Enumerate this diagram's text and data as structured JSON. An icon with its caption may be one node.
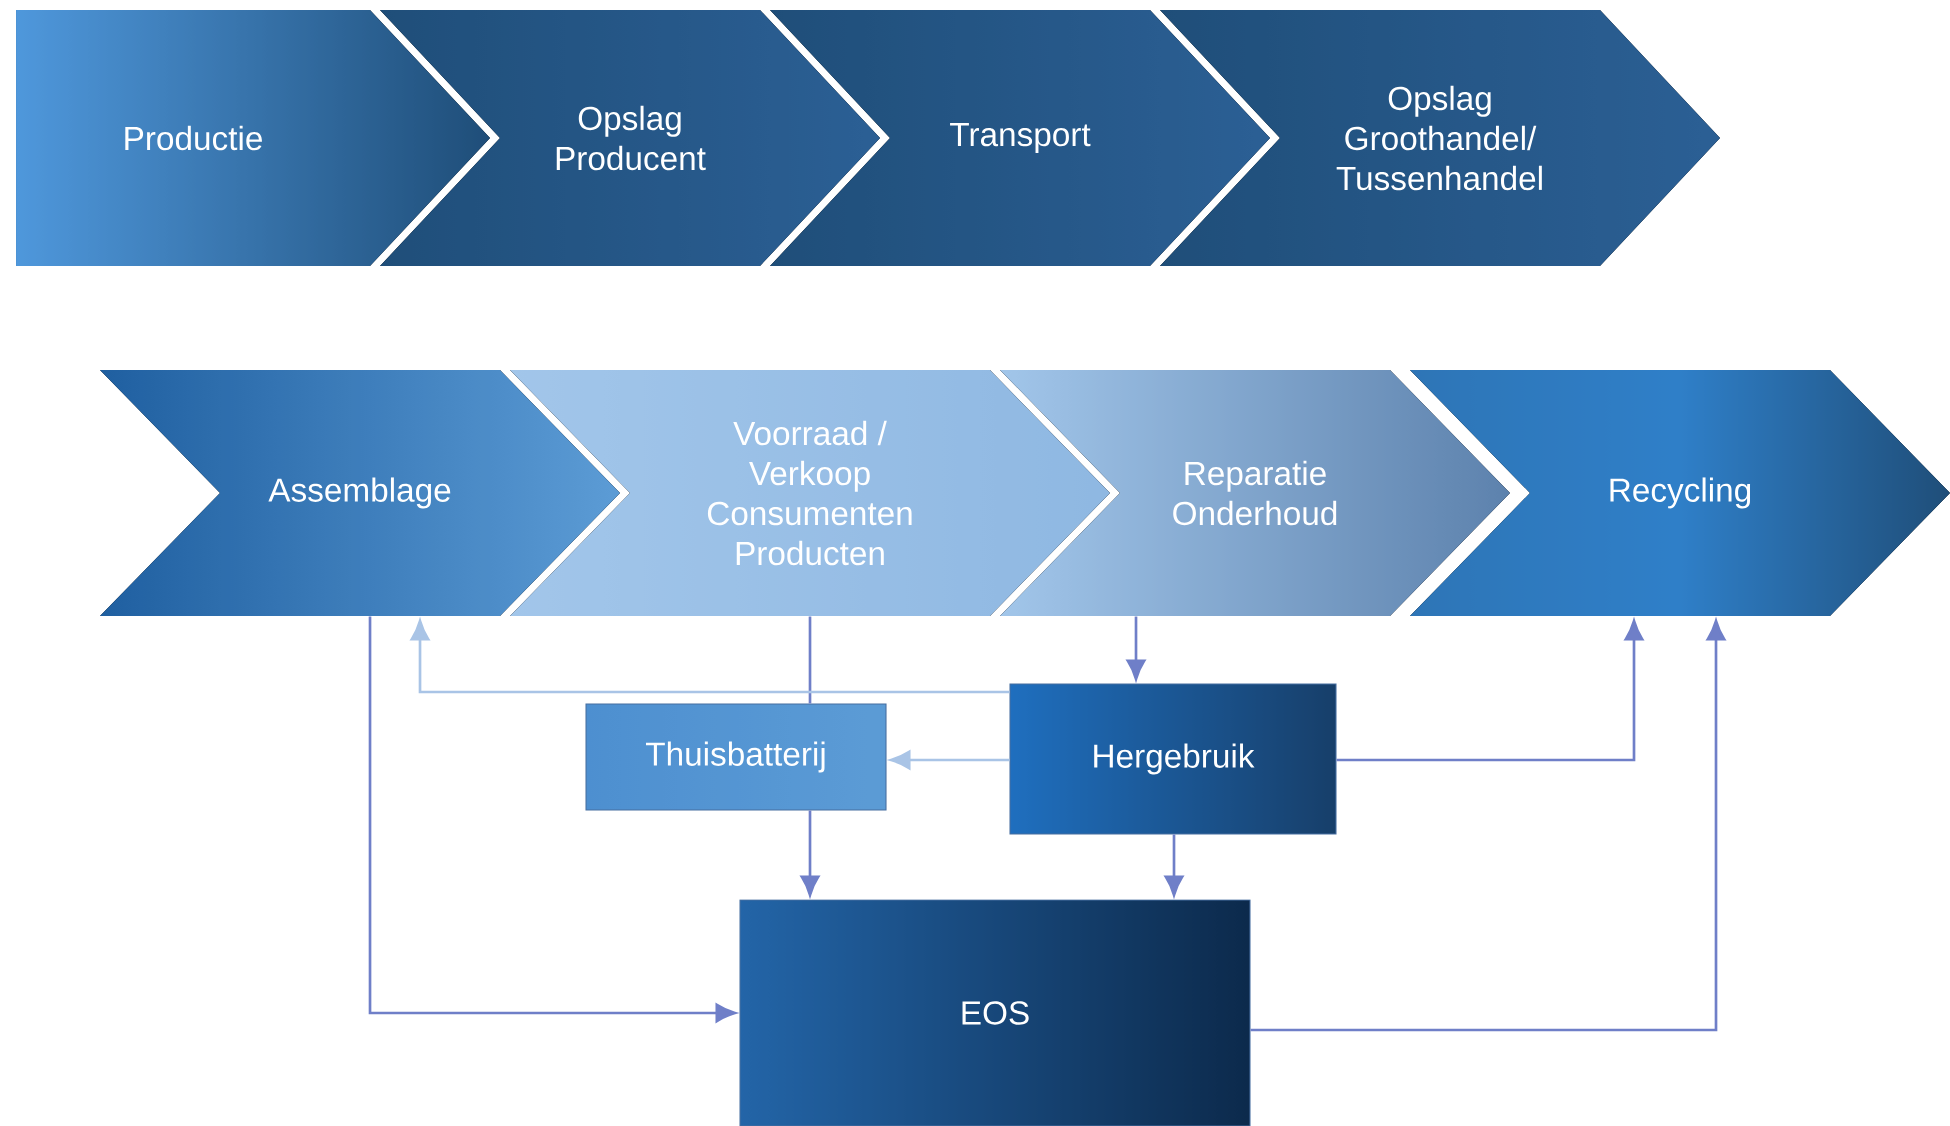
{
  "diagram": {
    "nodes": [
      {
        "text": [
          "Productie"
        ]
      },
      {
        "text": [
          "Opslag Producent"
        ]
      },
      {
        "text": [
          "Transport"
        ]
      },
      {
        "text": [
          "Opslag Groothandel/ Tussenhandel"
        ]
      },
      {
        "text": [
          "Assemblage"
        ]
      },
      {
        "text": [
          "Voorraad / Verkoop Consumenten Producten"
        ]
      },
      {
        "text": [
          "Reparatie Onderhoud"
        ]
      },
      {
        "text": [
          "Recycling"
        ]
      },
      {
        "text": [
          "Thuisbatterij"
        ]
      },
      {
        "text": [
          "Hergebruik"
        ]
      },
      {
        "text": [
          "EOS"
        ]
      }
    ],
    "edges": [
      {
        "from": 4,
        "to": 10,
        "arrow": "to"
      },
      {
        "from": 5,
        "to": 8,
        "arrow": "none"
      },
      {
        "from": 6,
        "to": 9,
        "arrow": "to"
      },
      {
        "from": 9,
        "to": 4,
        "arrow": "to",
        "color": "#a9c4e6"
      },
      {
        "from": 9,
        "to": 8,
        "arrow": "to",
        "color": "#a9c4e6"
      },
      {
        "from": 9,
        "to": 7,
        "arrow": "to"
      },
      {
        "from": 8,
        "to": 10,
        "arrow": "to"
      },
      {
        "from": 9,
        "to": 10,
        "arrow": "to"
      },
      {
        "from": 10,
        "to": 7,
        "arrow": "to"
      }
    ]
  }
}
